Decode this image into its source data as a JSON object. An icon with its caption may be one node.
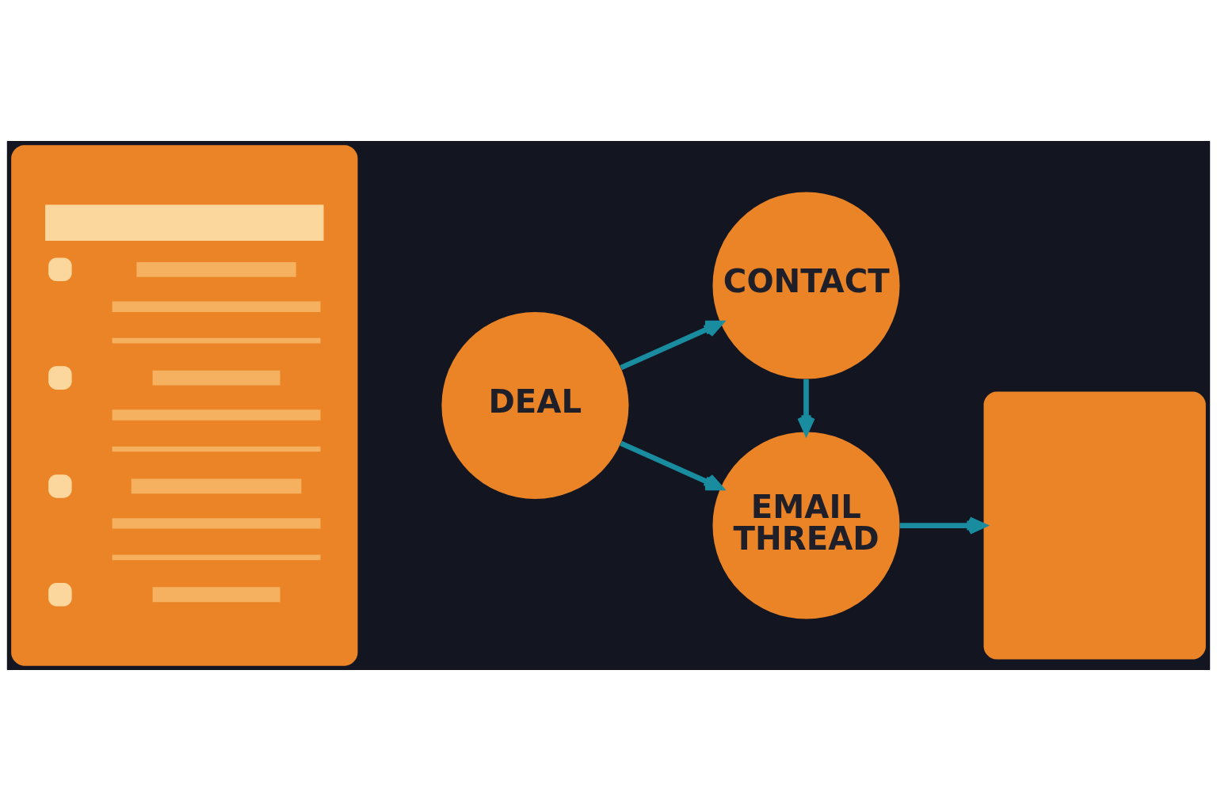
{
  "diagram": {
    "nodes": [
      {
        "text": [],
        "shape": "box"
      },
      {
        "text": [
          "DEAL"
        ]
      },
      {
        "text": [
          "CONTACT"
        ]
      },
      {
        "text": [
          "EMAIL THREAD"
        ]
      },
      {
        "text": [],
        "shape": "box"
      }
    ],
    "edges": [
      {
        "from": 1,
        "to": 2,
        "arrow": "to"
      },
      {
        "from": 1,
        "to": 3,
        "arrow": "to"
      },
      {
        "from": 2,
        "to": 3,
        "arrow": "to"
      },
      {
        "from": 3,
        "to": 4,
        "arrow": "to"
      }
    ]
  }
}
